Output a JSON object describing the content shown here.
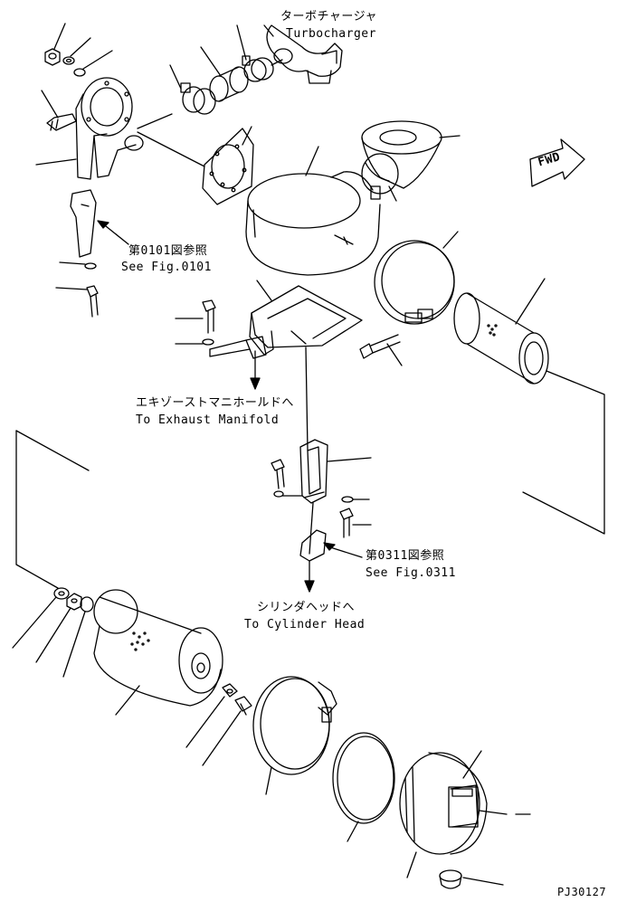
{
  "labels": {
    "turbocharger_jp": "ターボチャージャ",
    "turbocharger_en": "Turbocharger",
    "fwd": "FWD",
    "fig0101_jp": "第0101図参照",
    "fig0101_en": "See Fig.0101",
    "exhaust_jp": "エキゾーストマニホールドへ",
    "exhaust_en": "To Exhaust Manifold",
    "fig0311_jp": "第0311図参照",
    "fig0311_en": "See Fig.0311",
    "cylinder_jp": "シリンダヘッドへ",
    "cylinder_en": "To Cylinder Head",
    "drawing_no": "PJ30127"
  },
  "colors": {
    "line": "#000000",
    "paper": "#ffffff"
  }
}
